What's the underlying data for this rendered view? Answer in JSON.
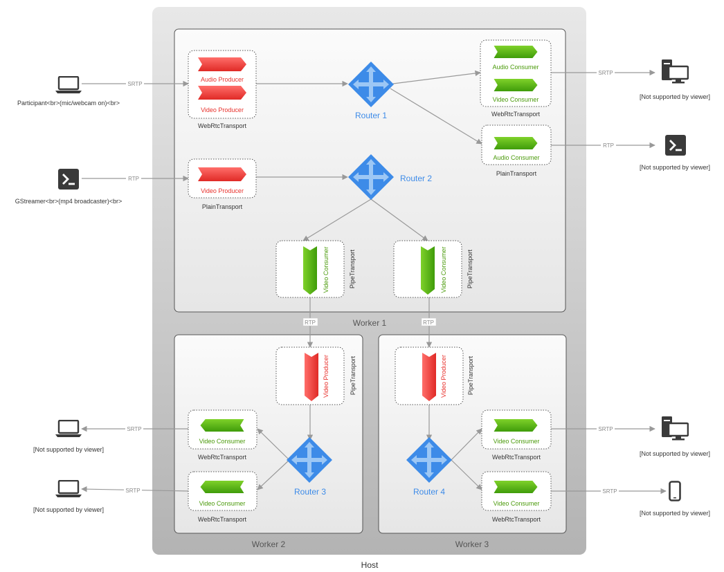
{
  "host": {
    "label": "Host"
  },
  "workers": [
    {
      "label": "Worker 1"
    },
    {
      "label": "Worker 2"
    },
    {
      "label": "Worker 3"
    }
  ],
  "routers": [
    {
      "label": "Router 1"
    },
    {
      "label": "Router 2"
    },
    {
      "label": "Router 3"
    },
    {
      "label": "Router 4"
    }
  ],
  "transports": {
    "webrtc": "WebRtcTransport",
    "plain": "PlainTransport",
    "pipe": "PipeTransport"
  },
  "items": {
    "audio_producer": "Audio Producer",
    "video_producer": "Video Producer",
    "audio_consumer": "Audio Consumer",
    "video_consumer": "Video Consumer"
  },
  "external": {
    "participant": "Participant<br>(mic/webcam on)<br>",
    "gstreamer": "GStreamer<br>(mp4 broadcaster)<br>",
    "not_supported": "[Not supported by viewer]"
  },
  "protocols": {
    "srtp": "SRTP",
    "rtp": "RTP"
  },
  "colors": {
    "producer": "#e8302b",
    "consumer": "#4a9a0a",
    "router": "#3d8be8",
    "host_bg": "#d4d4d4",
    "worker_bg": "#f5f5f5"
  },
  "icons": [
    "laptop-icon",
    "terminal-icon",
    "desktop-server-icon",
    "smartphone-icon",
    "router-icon"
  ]
}
